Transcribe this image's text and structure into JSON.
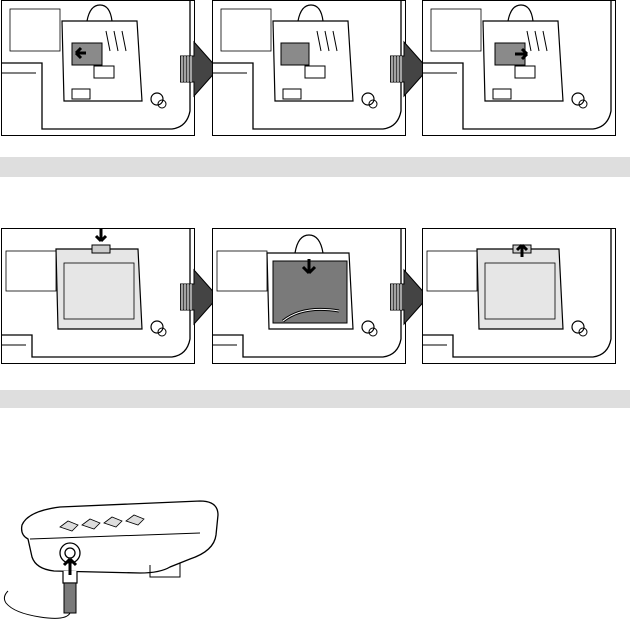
{
  "rows": [
    {
      "name": "sim-card-steps",
      "steps": [
        "insert-card-left",
        "slide-card-in",
        "lock-card-right"
      ]
    },
    {
      "name": "battery-steps",
      "steps": [
        "remove-cover",
        "insert-battery",
        "replace-cover"
      ]
    }
  ],
  "power_illustration": {
    "name": "power-connection"
  },
  "colors": {
    "band": "#dedede",
    "line": "#000000",
    "card": "#8a8a8a",
    "battery": "#7a7a7a"
  }
}
